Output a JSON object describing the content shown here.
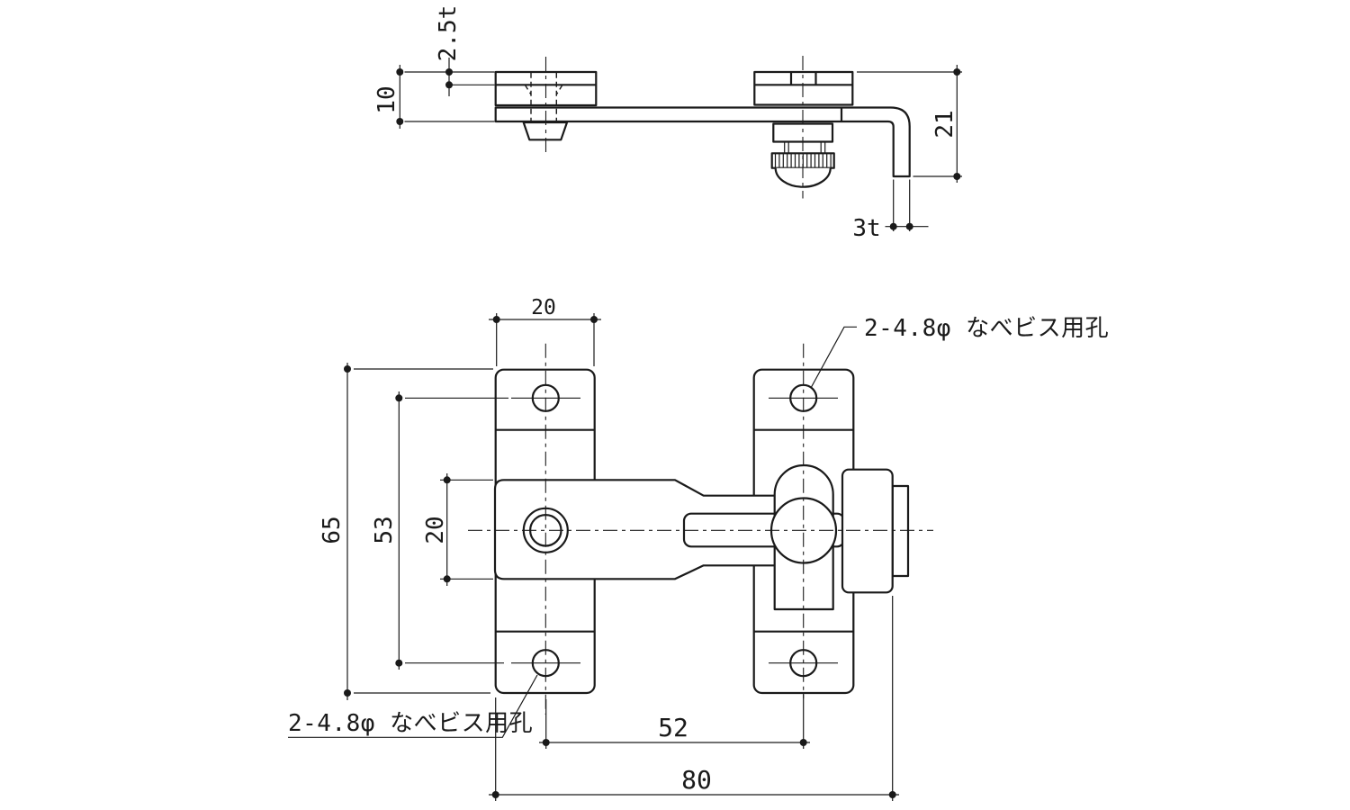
{
  "drawing": {
    "type": "technical-drawing",
    "colors": {
      "background": "#ffffff",
      "line": "#1a1a1a"
    },
    "side_view": {
      "plate_thickness": "2.5t",
      "total_height": "10",
      "leg_length": "21",
      "leg_thickness": "3t"
    },
    "front_view": {
      "keeper_width": "20",
      "overall_height": "65",
      "screw_pitch_vertical": "53",
      "bar_width": "20",
      "screw_pitch_horizontal": "52",
      "overall_width": "80",
      "note_top": "2-4.8φ なべビス用孔",
      "note_bottom": "2-4.8φ なべビス用孔"
    }
  }
}
